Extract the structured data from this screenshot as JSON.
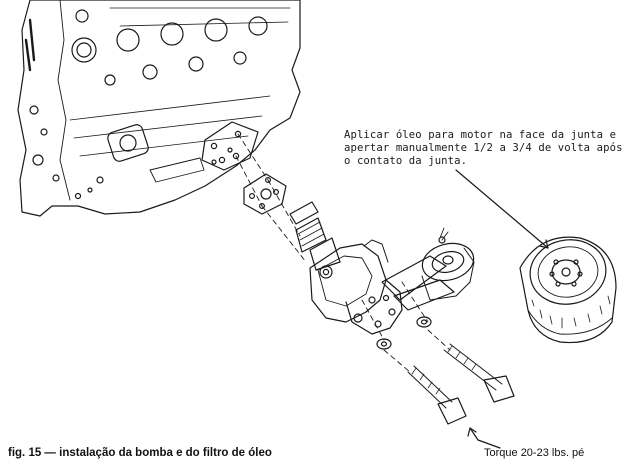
{
  "annotation": {
    "lines": [
      "Aplicar óleo para motor na face da junta e",
      "apertar manualmente 1/2 a 3/4 de volta após",
      "o contato da junta."
    ]
  },
  "caption": "fig. 15 — instalação da bomba e do filtro de óleo",
  "torque_label": "Torque 20-23 lbs. pé"
}
